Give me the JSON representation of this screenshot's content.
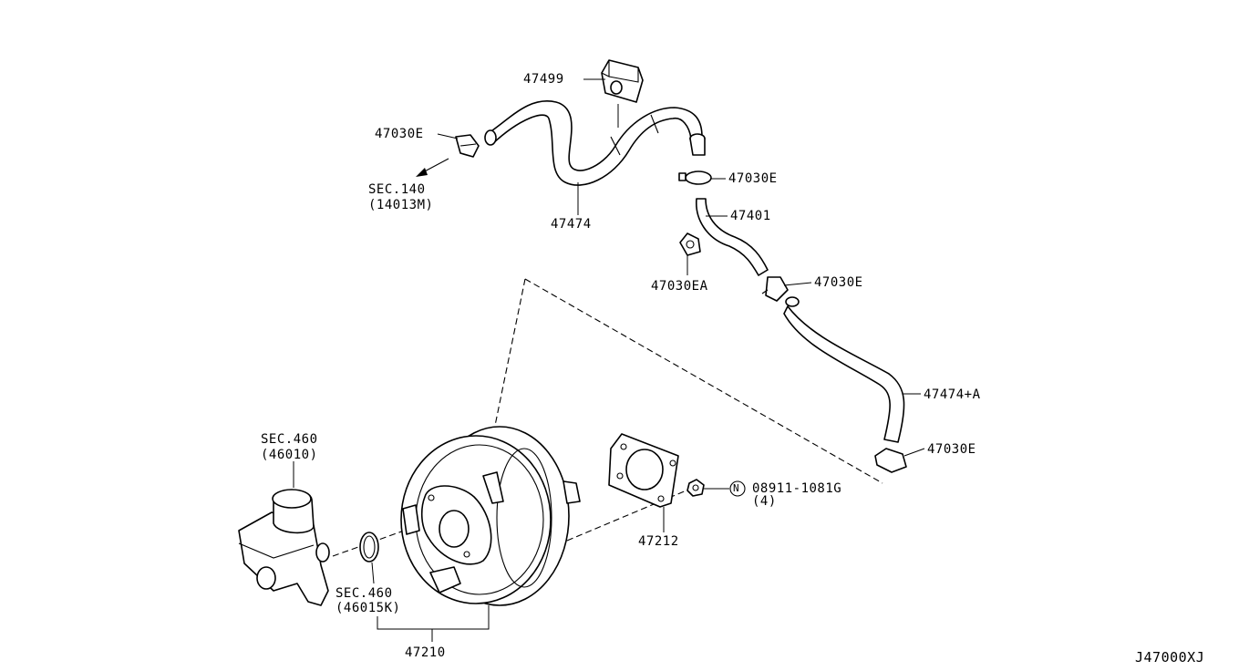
{
  "labels": {
    "p47499": "47499",
    "p47030E_left": "47030E",
    "sec140_a": "SEC.140",
    "sec140_b": "(14013M)",
    "p47474": "47474",
    "p47030E_r1": "47030E",
    "p47401": "47401",
    "p47030EA": "47030EA",
    "p47030E_r2": "47030E",
    "p47474A": "47474+A",
    "p47030E_r3": "47030E",
    "nut_symbol": "N",
    "nut_part": "08911-1081G",
    "nut_qty": "(4)",
    "p47212": "47212",
    "sec460a_a": "SEC.460",
    "sec460a_b": "(46010)",
    "sec460b_a": "SEC.460",
    "sec460b_b": "(46015K)",
    "p47210": "47210",
    "diagram_code": "J47000XJ"
  }
}
